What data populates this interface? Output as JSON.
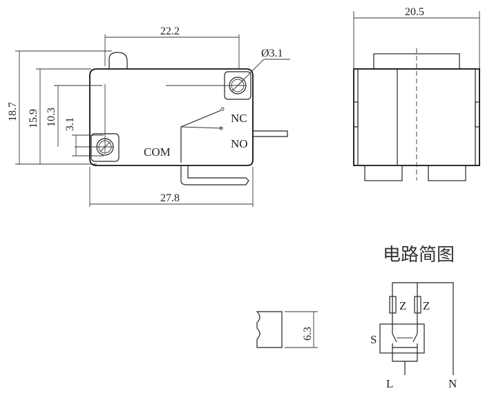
{
  "dimensions": {
    "top_width": "22.2",
    "hole_diameter": "Ø3.1",
    "height_total": "18.7",
    "height_mid": "15.9",
    "height_small": "10.3",
    "height_hole": "3.1",
    "bottom_width": "27.8",
    "side_width": "20.5",
    "terminal_width": "6.3"
  },
  "terminals": {
    "nc": "NC",
    "no": "NO",
    "com": "COM"
  },
  "circuit": {
    "title": "电路简图",
    "z_left": "Z",
    "z_right": "Z",
    "switch": "S",
    "line": "L",
    "neutral": "N"
  }
}
